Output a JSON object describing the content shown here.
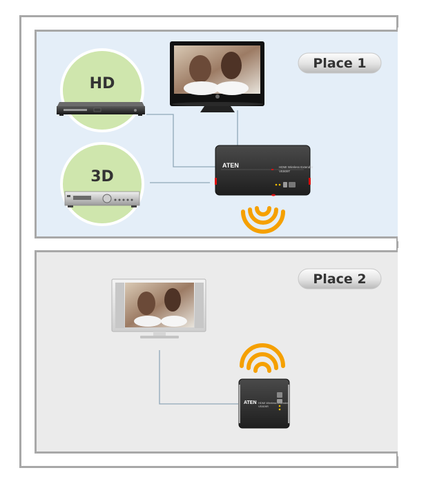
{
  "place1": {
    "label": "Place 1"
  },
  "place2": {
    "label": "Place 2"
  },
  "discs": {
    "hd": "HD",
    "three_d": "3D"
  },
  "transmitter": {
    "brand": "ATEN",
    "model_line1": "HDMI Wireless Extender",
    "model_line2": "VE809T"
  },
  "receiver": {
    "brand": "ATEN",
    "model_line1": "HDMI Wireless Extender",
    "model_line2": "VE809R"
  },
  "colors": {
    "panel1_bg": "#e4eef8",
    "panel2_bg": "#ebebeb",
    "frame": "#a8a8a8",
    "signal": "#f5a000",
    "disc": "#cfe6ad",
    "cable": "#8fa7b8"
  }
}
